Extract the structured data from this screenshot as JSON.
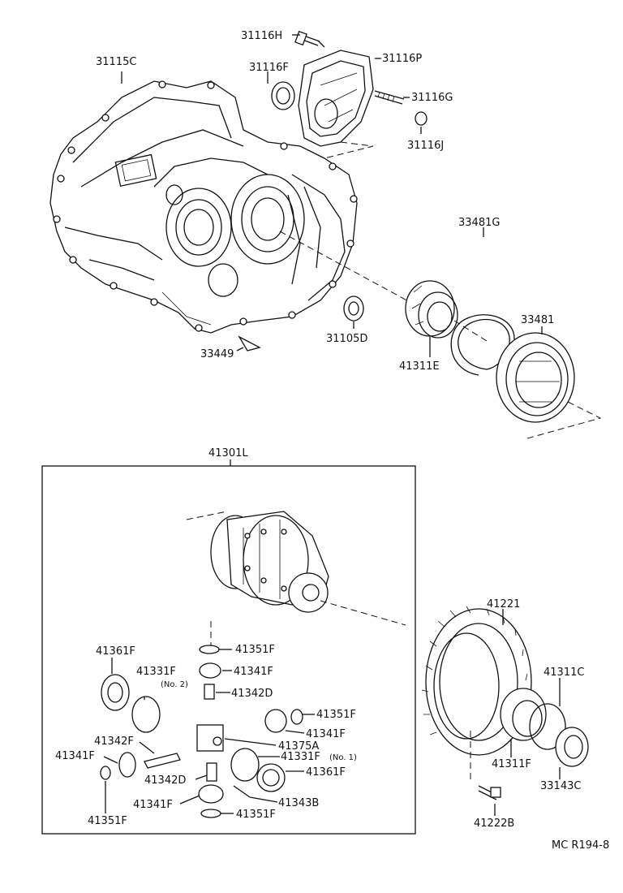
{
  "diagram": {
    "group_label": "41301L",
    "footer_code": "MC  R194-8",
    "labels": {
      "l_31116H": "31116H",
      "l_31116P": "31116P",
      "l_31115C": "31115C",
      "l_31116F": "31116F",
      "l_31116G": "31116G",
      "l_31116J": "31116J",
      "l_33481G": "33481G",
      "l_33481": "33481",
      "l_41311E": "41311E",
      "l_31105D": "31105D",
      "l_33449": "33449",
      "l_41221": "41221",
      "l_41311C": "41311C",
      "l_41311F": "41311F",
      "l_33143C": "33143C",
      "l_41222B": "41222B",
      "l_41351F_a": "41351F",
      "l_41361F_a": "41361F",
      "l_41331F_a": "41331F",
      "l_no2": "(No. 2)",
      "l_41341F_a": "41341F",
      "l_41342D_a": "41342D",
      "l_41351F_b": "41351F",
      "l_41341F_b": "41341F",
      "l_41342F": "41342F",
      "l_41375A": "41375A",
      "l_41341F_c": "41341F",
      "l_41331F_b": "41331F",
      "l_no1": "(No. 1)",
      "l_41361F_b": "41361F",
      "l_41342D_b": "41342D",
      "l_41351F_c": "41351F",
      "l_41341F_d": "41341F",
      "l_41343B": "41343B",
      "l_41351F_d": "41351F"
    }
  }
}
